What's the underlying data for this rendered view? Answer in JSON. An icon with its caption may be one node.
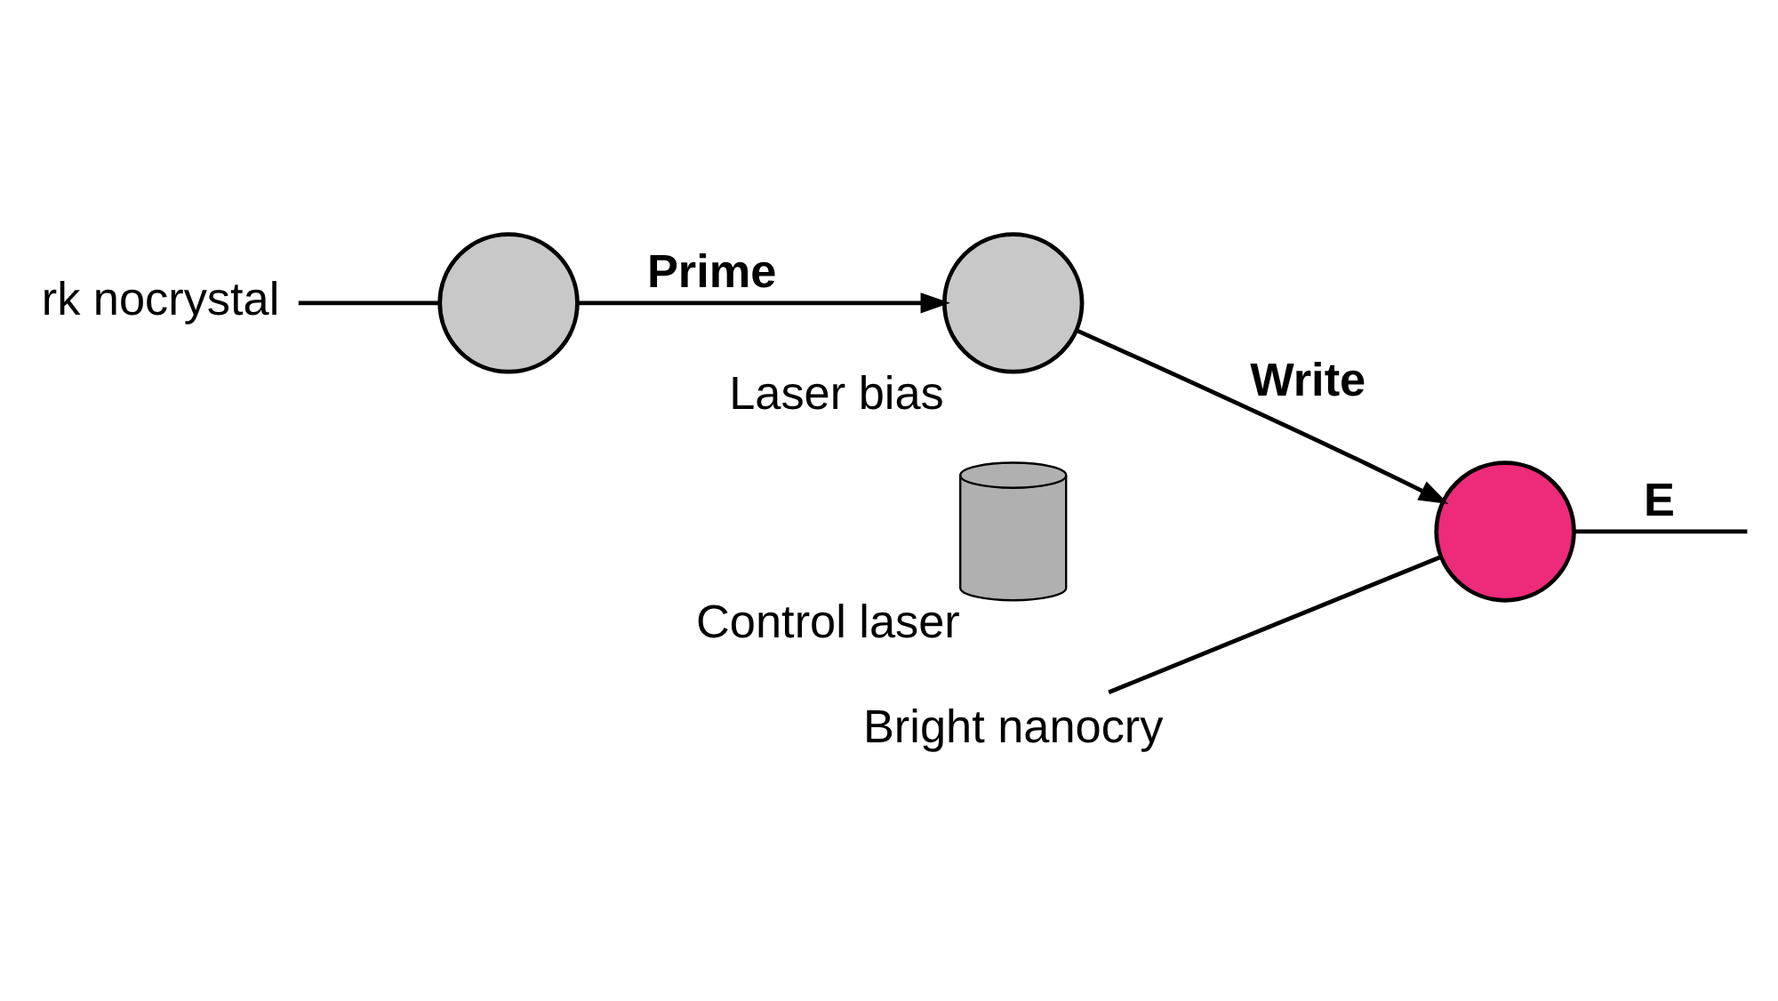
{
  "diagram": {
    "nodes": [
      {
        "text": [
          "rk nocrystal"
        ]
      },
      {
        "text": [],
        "shape": "circle"
      },
      {
        "text": [],
        "shape": "circle",
        "beside": [
          "Laser bias"
        ]
      },
      {
        "text": [],
        "shape": "cylinder",
        "beside": [
          "Control laser"
        ]
      },
      {
        "text": [
          "Bright nanocry"
        ]
      },
      {
        "text": [],
        "shape": "circle"
      }
    ],
    "edges": [
      {
        "from": 0,
        "to": 1,
        "arrow": "none"
      },
      {
        "from": 1,
        "to": 2,
        "arrow": "to",
        "label": "Prime"
      },
      {
        "from": 2,
        "to": 5,
        "arrow": "to",
        "label": "Write"
      },
      {
        "from": 4,
        "to": 5,
        "arrow": "none"
      },
      {
        "from": 5,
        "to": null,
        "arrow": "none",
        "label": "E"
      }
    ]
  }
}
